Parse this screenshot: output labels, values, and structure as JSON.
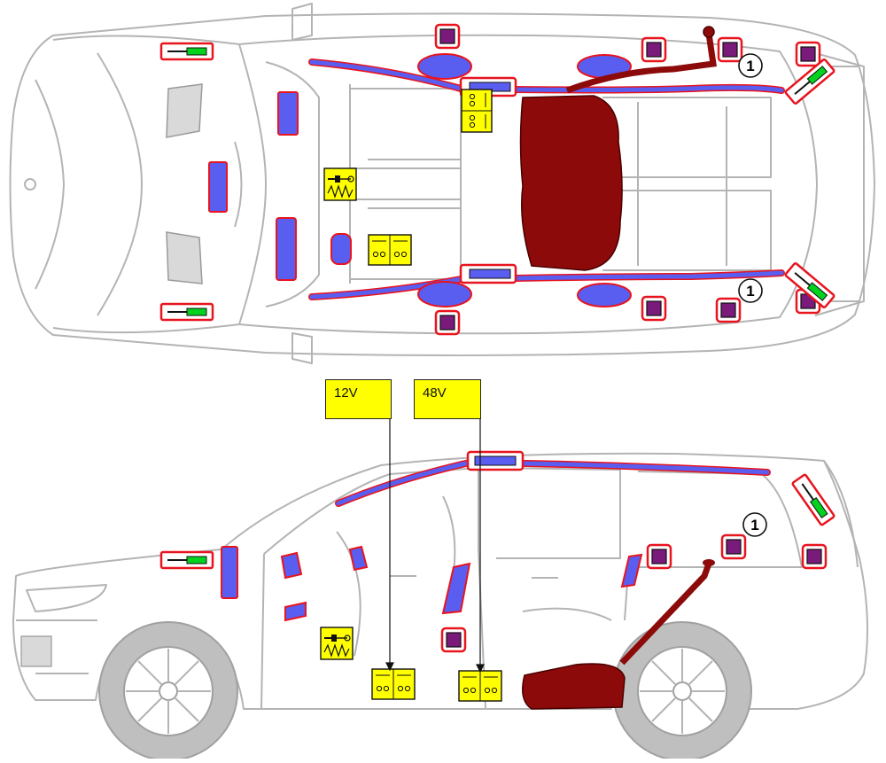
{
  "legend": {
    "box_12v": "12V",
    "box_48v": "48V"
  },
  "badges": {
    "marker_1": "1"
  },
  "colors": {
    "outline": "#b4b4b4",
    "airbag_blue": "#5a5ef0",
    "warning_red": "#e8141e",
    "sensor_purple": "#7a1a7a",
    "fuel_dark_red": "#8c0a0a",
    "battery_yellow": "#ffff00",
    "pretensioner_green": "#00d21e"
  },
  "icons": {
    "airbag": "airbag-icon",
    "curtain_airbag": "curtain-airbag-icon",
    "sensor": "sensor-icon",
    "gas_strut": "gas-strut-icon",
    "battery": "battery-icon",
    "fuel_tank": "fuel-tank-icon",
    "high_voltage_connector": "hv-connector-icon"
  }
}
